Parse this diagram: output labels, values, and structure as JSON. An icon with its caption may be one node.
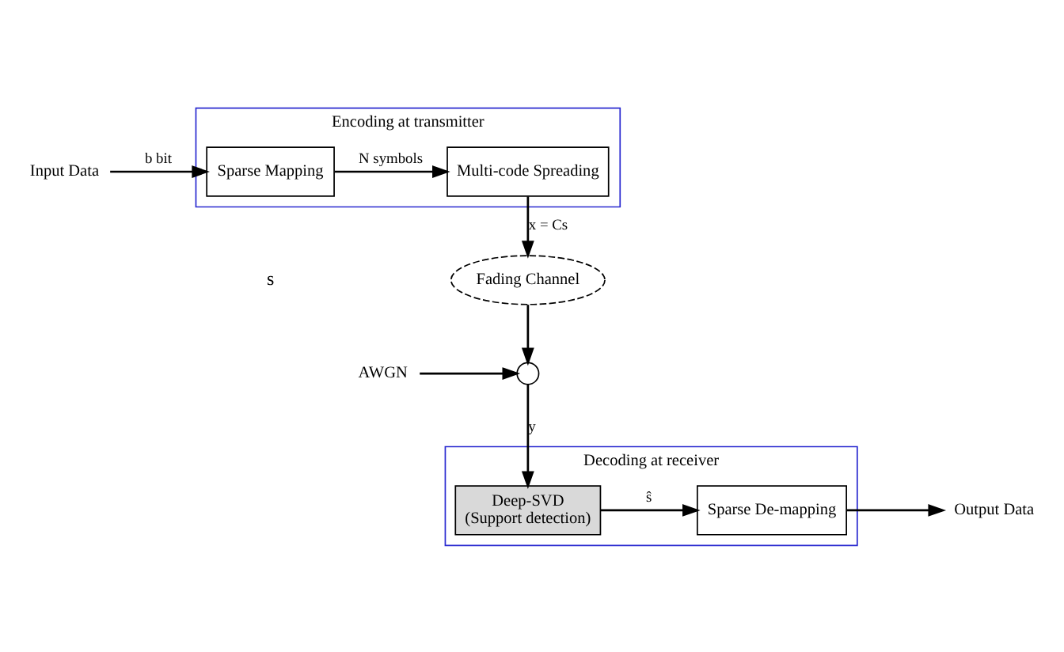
{
  "diagram": {
    "nodes": [
      {
        "text": [
          "Encoding at transmitter"
        ]
      },
      {
        "text": [
          "Sparse Mapping"
        ],
        "in": 0
      },
      {
        "text": [
          "Multi-code Spreading"
        ],
        "in": 0
      },
      {
        "text": [
          "Input Data"
        ]
      },
      {
        "text": [
          "Fading Channel"
        ]
      },
      {
        "text": [],
        "shape": "circle"
      },
      {
        "text": [
          "AWGN"
        ]
      },
      {
        "text": [
          "Decoding at receiver"
        ]
      },
      {
        "text": [
          "Deep-SVD",
          "(Support detection)"
        ],
        "in": 7
      },
      {
        "text": [
          "Sparse De-mapping"
        ],
        "in": 7
      },
      {
        "text": [
          "Output Data"
        ]
      }
    ],
    "edges": [
      {
        "from": 3,
        "to": 1,
        "arrow": "to",
        "label": "b bit"
      },
      {
        "from": 1,
        "to": 2,
        "arrow": "to",
        "label": "N symbols"
      },
      {
        "from": 2,
        "to": 4,
        "arrow": "to",
        "label": "x = Cs"
      },
      {
        "from": 4,
        "to": 5,
        "arrow": "to"
      },
      {
        "from": 6,
        "to": 5,
        "arrow": "to"
      },
      {
        "from": 5,
        "to": 8,
        "arrow": "to",
        "label": "y"
      },
      {
        "from": 8,
        "to": 9,
        "arrow": "to",
        "label": "ŝ"
      },
      {
        "from": 9,
        "to": 10,
        "arrow": "to"
      }
    ],
    "labels": [
      "s"
    ]
  }
}
